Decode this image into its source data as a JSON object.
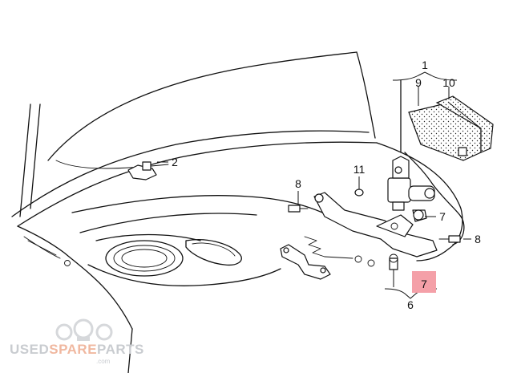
{
  "diagram": {
    "callouts": [
      {
        "id": "1",
        "label": "1"
      },
      {
        "id": "9",
        "label": "9"
      },
      {
        "id": "10",
        "label": "10"
      },
      {
        "id": "2",
        "label": "2"
      },
      {
        "id": "8a",
        "label": "8"
      },
      {
        "id": "11",
        "label": "11"
      },
      {
        "id": "7a",
        "label": "7"
      },
      {
        "id": "8b",
        "label": "8"
      },
      {
        "id": "7b",
        "label": "7"
      },
      {
        "id": "6",
        "label": "6"
      }
    ],
    "highlight_color": "#f4a0a8"
  },
  "watermark": {
    "part1": "USED",
    "part2": "SPARE",
    "part3": "PARTS",
    "suffix": ".com"
  }
}
